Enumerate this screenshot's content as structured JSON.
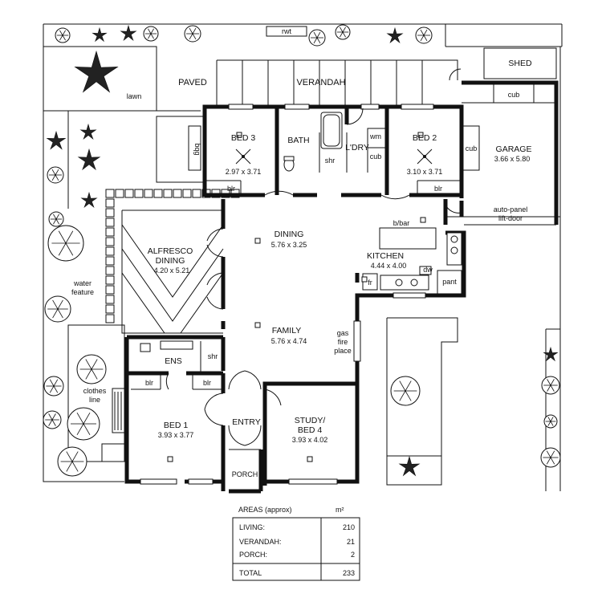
{
  "site": {
    "rwt": "rwt",
    "paved": "PAVED",
    "verandah": "VERANDAH",
    "lawn": "lawn",
    "shed": "SHED",
    "water_feature_1": "water",
    "water_feature_2": "feature",
    "clothes_line_1": "clothes",
    "clothes_line_2": "line"
  },
  "rooms": {
    "bed3": {
      "name": "BED 3",
      "size": "2.97 x 3.71"
    },
    "bath": {
      "name": "BATH"
    },
    "shr_bath": "shr",
    "wm": "wm",
    "ldry": {
      "name": "L'DRY"
    },
    "cub_ldry": "cub",
    "bed2": {
      "name": "BED 2",
      "size": "3.10 x 3.71"
    },
    "cub_bed2": "cub",
    "garage": {
      "name": "GARAGE",
      "size": "3.66 x 5.80"
    },
    "cub_garage": "cub",
    "auto_door_1": "auto-panel",
    "auto_door_2": "lift-door",
    "bqg": "bqg",
    "blr_bed3": "blr",
    "blr_bed2": "blr",
    "dining": {
      "name": "DINING",
      "size": "5.76 x 3.25"
    },
    "bbar": "b/bar",
    "kitchen": {
      "name": "KITCHEN",
      "size": "4.44 x 4.00"
    },
    "dw": "dw",
    "fr": "fr",
    "pant": "pant",
    "alfresco": {
      "name1": "ALFRESCO",
      "name2": "DINING",
      "size": "4.20 x 5.21"
    },
    "family": {
      "name": "FAMILY",
      "size": "5.76 x 4.74"
    },
    "gas_fire_1": "gas",
    "gas_fire_2": "fire",
    "gas_fire_3": "place",
    "ens": {
      "name": "ENS"
    },
    "shr_ens": "shr",
    "blr_bed1_a": "blr",
    "blr_bed1_b": "blr",
    "bed1": {
      "name": "BED 1",
      "size": "3.93 x 3.77"
    },
    "entry": {
      "name": "ENTRY"
    },
    "study": {
      "name1": "STUDY/",
      "name2": "BED 4",
      "size": "3.93 x 4.02"
    },
    "porch": {
      "name": "PORCH"
    }
  },
  "areas": {
    "title": "AREAS (approx)",
    "unit": "m²",
    "rows": [
      {
        "label": "LIVING:",
        "value": "210"
      },
      {
        "label": "VERANDAH:",
        "value": "21"
      },
      {
        "label": "PORCH:",
        "value": "2"
      }
    ],
    "total_label": "TOTAL",
    "total_value": "233"
  }
}
